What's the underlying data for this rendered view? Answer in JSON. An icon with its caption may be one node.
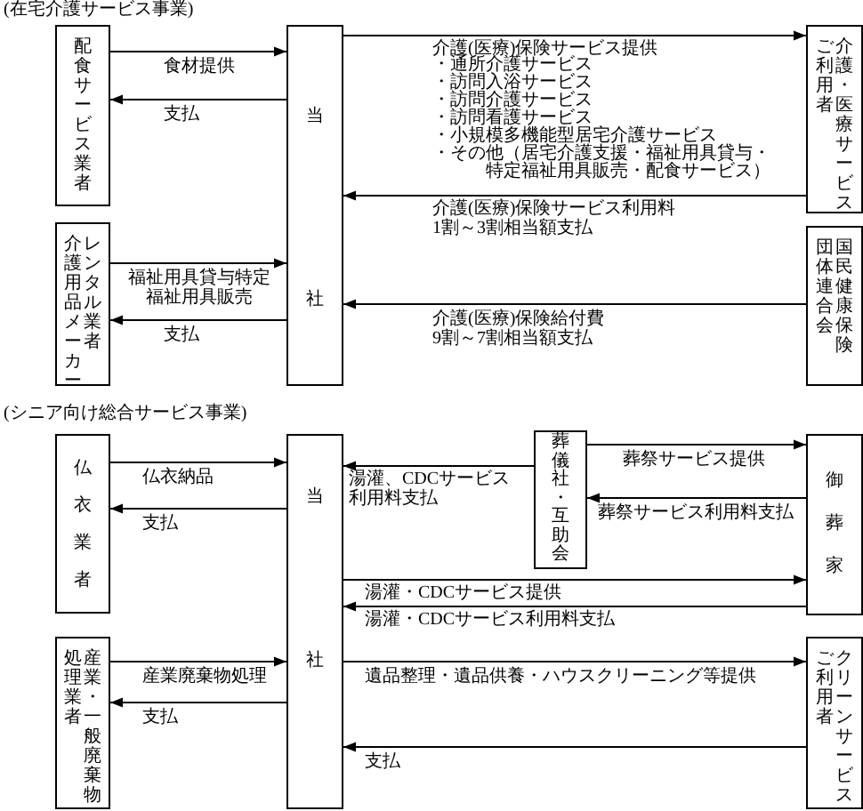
{
  "diagram": {
    "nodes": [
      {
        "text": [
          "配食サービス業者"
        ]
      },
      {
        "text": [
          "当社"
        ]
      },
      {
        "text": [
          "ご利用者",
          "介護・医療サービス"
        ]
      },
      {
        "text": [
          "介護用品メーカー",
          "レンタル業者"
        ]
      },
      {
        "text": [
          "団体連合会",
          "国民健康保険"
        ]
      },
      {
        "text": [
          "仏衣業者"
        ]
      },
      {
        "text": [
          "当社"
        ]
      },
      {
        "text": [
          "葬儀社・互助会"
        ]
      },
      {
        "text": [
          "御葬家"
        ]
      },
      {
        "text": [
          "処理業者",
          "産業・一般廃棄物"
        ]
      },
      {
        "text": [
          "ご利用者",
          "クリーンサービス"
        ]
      }
    ],
    "edges": [
      {
        "from": 0,
        "to": 1,
        "arrow": "to",
        "label": "食材提供"
      },
      {
        "from": 1,
        "to": 0,
        "arrow": "to",
        "label": "支払"
      },
      {
        "from": 3,
        "to": 1,
        "arrow": "to",
        "label": "福祉用具貸与特定福祉用具販売"
      },
      {
        "from": 1,
        "to": 3,
        "arrow": "to",
        "label": "支払"
      },
      {
        "from": 1,
        "to": 2,
        "arrow": "to",
        "label": "介護(医療)保険サービス提供"
      },
      {
        "from": 2,
        "to": 1,
        "arrow": "to",
        "label": "介護(医療)保険サービス利用料1割～3割相当額支払"
      },
      {
        "from": 4,
        "to": 1,
        "arrow": "to",
        "label": "介護(医療)保険給付費9割～7割相当額支払"
      },
      {
        "from": 5,
        "to": 6,
        "arrow": "to",
        "label": "仏衣納品"
      },
      {
        "from": 6,
        "to": 5,
        "arrow": "to",
        "label": "支払"
      },
      {
        "from": 7,
        "to": 6,
        "arrow": "to",
        "label": "湯灌、CDCサービス利用料支払"
      },
      {
        "from": 7,
        "to": 8,
        "arrow": "to",
        "label": "葬祭サービス提供"
      },
      {
        "from": 8,
        "to": 7,
        "arrow": "to",
        "label": "葬祭サービス利用料支払"
      },
      {
        "from": 6,
        "to": 8,
        "arrow": "to",
        "label": "湯灌・CDCサービス提供"
      },
      {
        "from": 8,
        "to": 6,
        "arrow": "to",
        "label": "湯灌・CDCサービス利用料支払"
      },
      {
        "from": 6,
        "to": 10,
        "arrow": "to",
        "label": "遺品整理・遺品供養・ハウスクリーニング等提供"
      },
      {
        "from": 10,
        "to": 6,
        "arrow": "to",
        "label": "支払"
      },
      {
        "from": 9,
        "to": 6,
        "arrow": "to",
        "label": "産業廃棄物処理"
      },
      {
        "from": 6,
        "to": 9,
        "arrow": "to",
        "label": "支払"
      }
    ],
    "labels": [
      "(在宅介護サービス事業)",
      "・通所介護サービス",
      "・訪問入浴サービス",
      "・訪問介護サービス",
      "・訪問看護サービス",
      "・小規模多機能型居宅介護サービス",
      "・その他（居宅介護支援・福祉用具貸与・特定福祉用具販売・配食サービス）",
      "(シニア向け総合サービス事業)"
    ]
  }
}
